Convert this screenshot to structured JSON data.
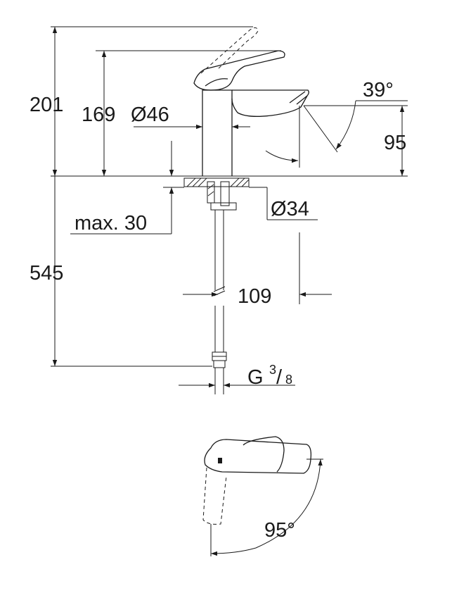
{
  "dimensions": {
    "total_height": "201",
    "handle_height": "169",
    "body_diameter": "Ø46",
    "spout_angle": "39°",
    "spout_height": "95",
    "max_thickness": "max. 30",
    "base_diameter": "Ø34",
    "hose_length": "545",
    "spout_reach": "109",
    "thread": "G",
    "thread_num": "3",
    "thread_den": "8",
    "swivel_angle": "95°"
  }
}
